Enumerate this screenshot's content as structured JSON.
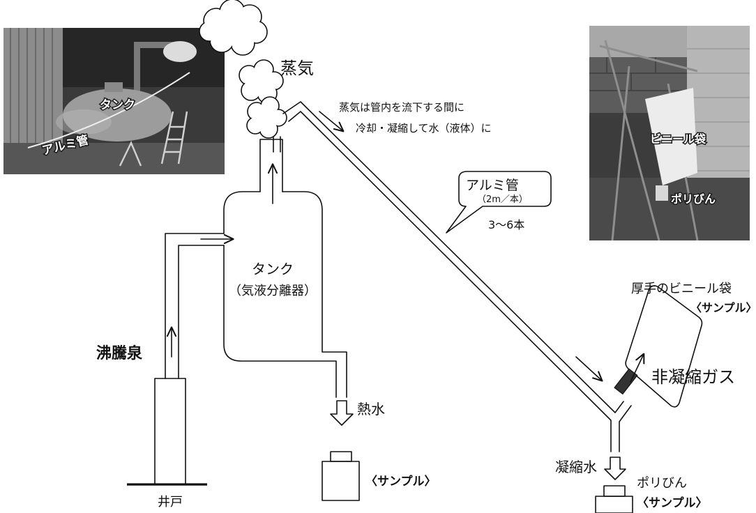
{
  "photo_left": {
    "tank_label": "タンク",
    "pipe_label": "アルミ管"
  },
  "photo_right": {
    "bag_label": "ビニール袋",
    "bottle_label": "ポリびん"
  },
  "steam": {
    "label": "蒸気",
    "note_line1": "蒸気は管内を流下する間に",
    "note_line2": "冷却・凝縮して水（液体）に"
  },
  "pipe_callout": {
    "name": "アルミ管",
    "spec": "（2m／本）",
    "count": "3～6本"
  },
  "tank": {
    "name": "タンク",
    "subtitle": "（気液分離器）"
  },
  "inlet": {
    "label": "沸騰泉"
  },
  "well": {
    "label": "井戸"
  },
  "hot_water": {
    "label": "熱水",
    "sample": "〈サンプル〉"
  },
  "gas_bag": {
    "name": "厚手のビニール袋",
    "sample": "〈サンプル〉",
    "gas": "非凝縮ガス"
  },
  "condensate": {
    "label": "凝縮水"
  },
  "bottle": {
    "name": "ポリびん",
    "sample": "〈サンプル〉"
  }
}
